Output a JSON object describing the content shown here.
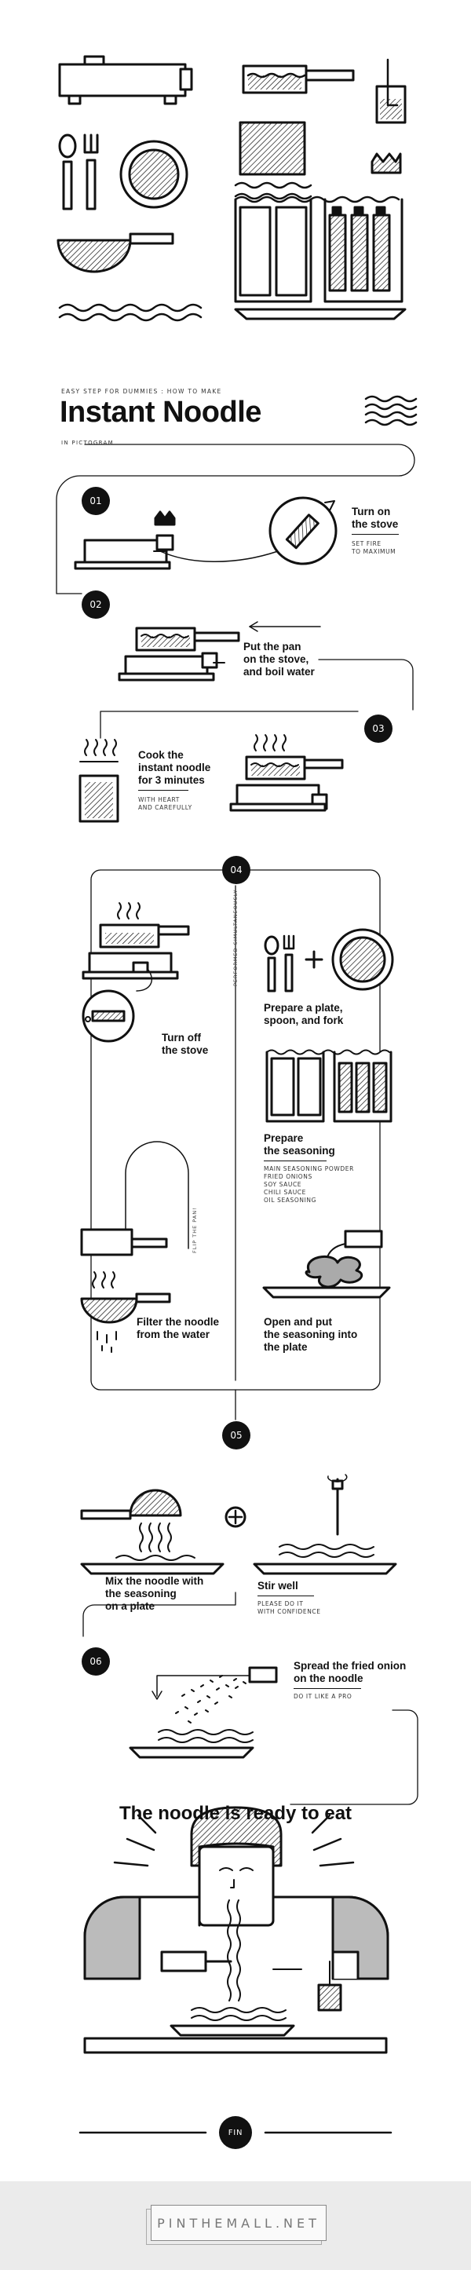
{
  "header": {
    "kicker": "EASY STEP FOR DUMMIES : HOW TO MAKE",
    "title": "Instant Noodle",
    "subtitle": "IN PICTOGRAM"
  },
  "steps": [
    {
      "number": "01",
      "label": "Turn on\nthe stove",
      "note": "SET FIRE\nTO MAXIMUM"
    },
    {
      "number": "02",
      "label": "Put the pan\non the stove,\nand boil water"
    },
    {
      "number": "03",
      "label": "Cook the\ninstant noodle\nfor 3 minutes",
      "note": "WITH HEART\nAND CAREFULLY"
    },
    {
      "number": "04",
      "side_note": "PERFORMED SIMULTANEOUSLY",
      "left": [
        {
          "label": "Turn off\nthe stove"
        },
        {
          "label": "Filter the noodle\nfrom the water",
          "side_note": "FLIP THE PAN!"
        }
      ],
      "right": [
        {
          "label": "Prepare a plate,\nspoon, and fork"
        },
        {
          "label": "Prepare\nthe seasoning",
          "note": "MAIN SEASONING POWDER\nFRIED ONIONS\nSOY SAUCE\nCHILI SAUCE\nOIL SEASONING"
        },
        {
          "label": "Open and put\nthe seasoning into\nthe plate"
        }
      ]
    },
    {
      "number": "05",
      "left": {
        "label": "Mix the noodle with\nthe seasoning\non a plate"
      },
      "right": {
        "label": "Stir well",
        "note": "PLEASE DO IT\nWITH CONFIDENCE"
      }
    },
    {
      "number": "06",
      "label": "Spread the fried onion\non the noodle",
      "note": "DO IT LIKE A PRO"
    }
  ],
  "final": {
    "title": "The noodle is ready to eat",
    "fin": "FIN"
  },
  "footer": {
    "brand": "PINTHEMALL.NET"
  }
}
